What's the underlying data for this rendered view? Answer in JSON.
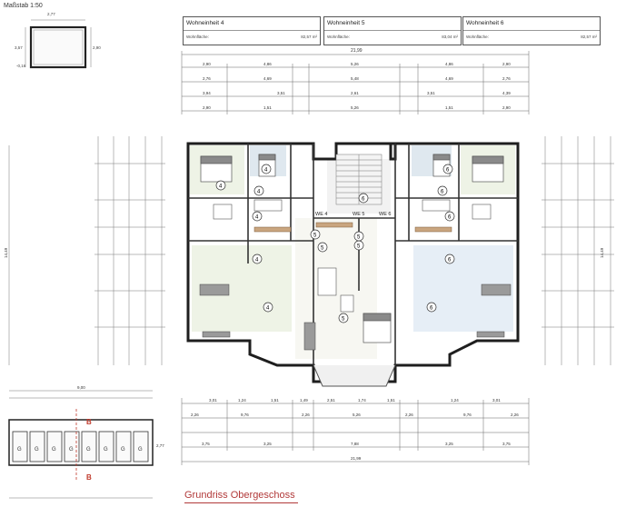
{
  "scale_label": "Maßstab 1:50",
  "plan_title": "Grundriss Obergeschoss",
  "area_label": "Wohnfläche:",
  "units": [
    {
      "name": "Wohneinheit 4",
      "area": "82,57 m²"
    },
    {
      "name": "Wohneinheit 5",
      "area": "83,04 m²"
    },
    {
      "name": "Wohneinheit 6",
      "area": "82,57 m²"
    }
  ],
  "corridor_labels": [
    "WE 4",
    "WE 5",
    "WE 6"
  ],
  "overall_width": "21,99",
  "top_dims_row1": [
    "2,90",
    "4,86",
    "5,26",
    "4,86",
    "2,90"
  ],
  "top_dims_row2": [
    "2,76",
    "4,69",
    "5,48",
    "4,69",
    "2,76"
  ],
  "top_dims_row3": [
    "3,94",
    "3,51",
    "2,61",
    "3,51",
    "4,39"
  ],
  "top_dims_row4": [
    "2,90",
    "1,51",
    "5,26",
    "1,51",
    "2,90"
  ],
  "bottom_dims_row1": [
    "3,01",
    "1,24",
    "1,51",
    "1,49",
    "2,51",
    "1,74",
    "1,51",
    "1,24",
    "3,01"
  ],
  "bottom_dims_row2": [
    "2,26",
    "9,76",
    "2,26",
    "5,26",
    "2,26",
    "9,76",
    "2,26"
  ],
  "bottom_dims_row3": [
    "3,75",
    "3,25",
    "7,88",
    "3,25",
    "3,75"
  ],
  "bottom_overall": "21,99",
  "side_total_left": "14,49",
  "side_total_right": "14,49",
  "small_plan_dims": [
    "3,57",
    "2,77",
    "2,90",
    "-0,16"
  ],
  "parking_width": "9,00",
  "parking_depth": "2,77",
  "section_marker": "B",
  "room_numbers": [
    "4",
    "4",
    "4",
    "4",
    "4",
    "4",
    "5",
    "5",
    "5",
    "5",
    "5",
    "6",
    "6",
    "6",
    "6",
    "6",
    "6"
  ],
  "stair_label": "6"
}
